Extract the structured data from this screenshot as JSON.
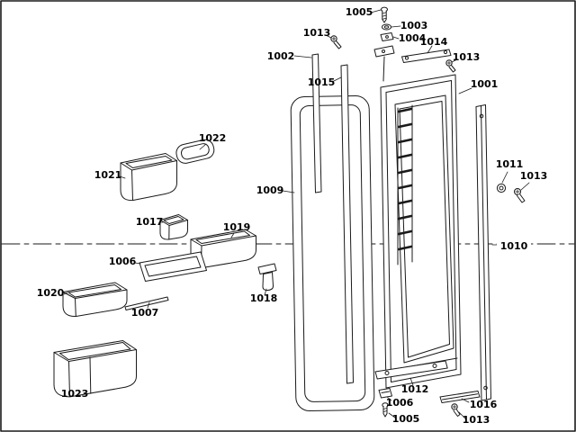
{
  "diagram": {
    "background_color": "#ffffff",
    "line_color": "#1a1a1a",
    "labels": [
      {
        "part": "1005"
      },
      {
        "part": "1003"
      },
      {
        "part": "1013"
      },
      {
        "part": "1004"
      },
      {
        "part": "1014"
      },
      {
        "part": "1002"
      },
      {
        "part": "1013"
      },
      {
        "part": "1015"
      },
      {
        "part": "1001"
      },
      {
        "part": "1022"
      },
      {
        "part": "1021"
      },
      {
        "part": "1011"
      },
      {
        "part": "1013"
      },
      {
        "part": "1009"
      },
      {
        "part": "1017"
      },
      {
        "part": "1019"
      },
      {
        "part": "1010"
      },
      {
        "part": "1006"
      },
      {
        "part": "1020"
      },
      {
        "part": "1018"
      },
      {
        "part": "1007"
      },
      {
        "part": "1023"
      },
      {
        "part": "1012"
      },
      {
        "part": "1006"
      },
      {
        "part": "1016"
      },
      {
        "part": "1005"
      },
      {
        "part": "1013"
      }
    ]
  }
}
